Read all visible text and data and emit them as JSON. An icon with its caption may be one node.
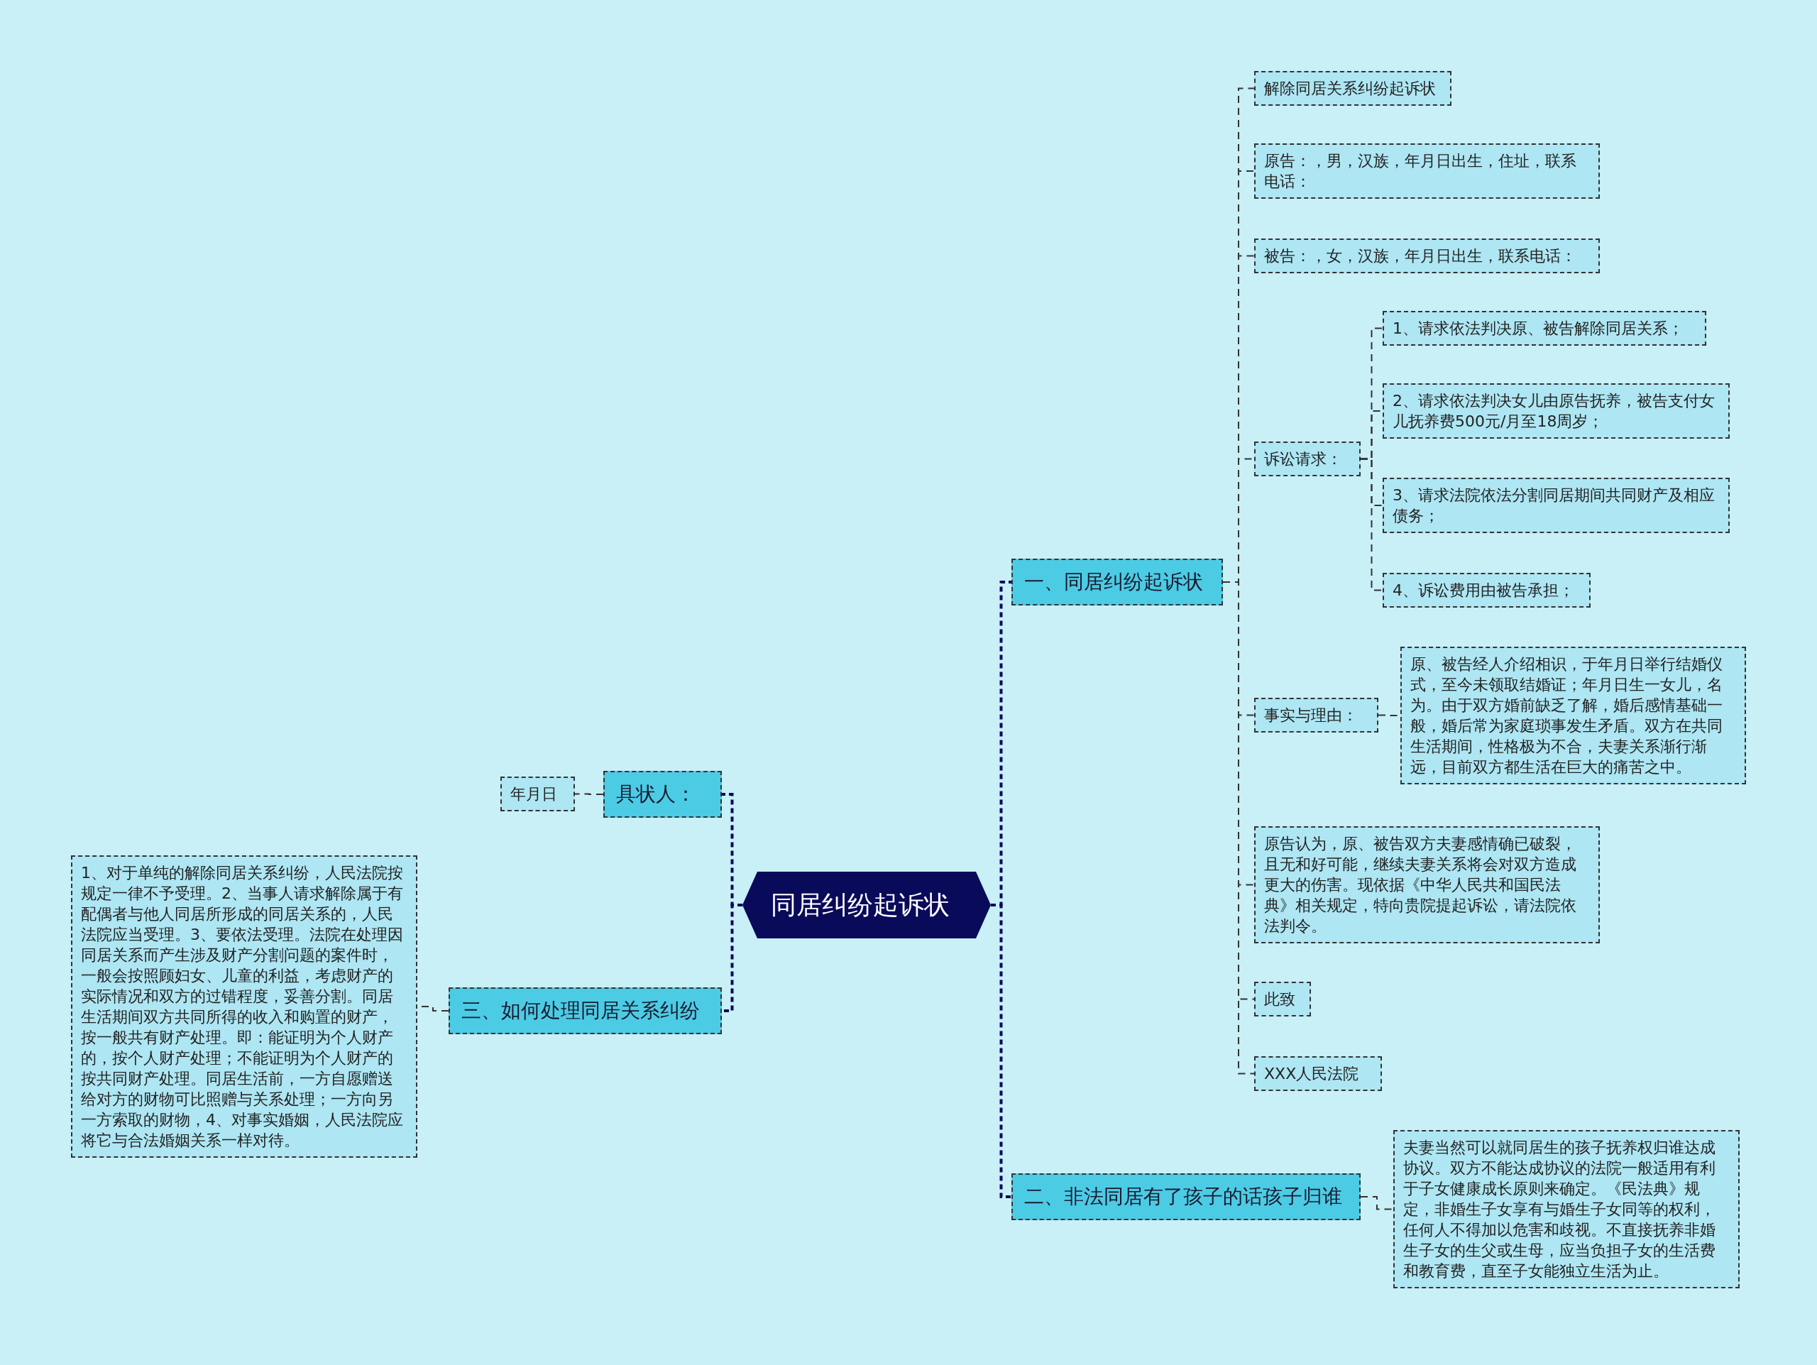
{
  "diagram": {
    "nodes": [
      {
        "text": [
          "同居纠纷起诉状"
        ]
      },
      {
        "text": [
          "一、同居纠纷起诉状"
        ]
      },
      {
        "text": [
          "解除同居关系纠纷起诉状"
        ]
      },
      {
        "text": [
          "原告：，男，汉族，年月日出生，住址，联系电话："
        ]
      },
      {
        "text": [
          "被告：，女，汉族，年月日出生，联系电话："
        ]
      },
      {
        "text": [
          "诉讼请求："
        ]
      },
      {
        "text": [
          "1、请求依法判决原、被告解除同居关系；"
        ]
      },
      {
        "text": [
          "2、请求依法判决女儿由原告抚养，被告支付女儿抚养费500元/月至18周岁；"
        ]
      },
      {
        "text": [
          "3、请求法院依法分割同居期间共同财产及相应债务；"
        ]
      },
      {
        "text": [
          "4、诉讼费用由被告承担；"
        ]
      },
      {
        "text": [
          "事实与理由："
        ]
      },
      {
        "text": [
          "原、被告经人介绍相识，于年月日举行结婚仪式，至今未领取结婚证；年月日生一女儿，名为。由于双方婚前缺乏了解，婚后感情基础一般，婚后常为家庭琐事发生矛盾。双方在共同生活期间，性格极为不合，夫妻关系渐行渐远，目前双方都生活在巨大的痛苦之中。"
        ]
      },
      {
        "text": [
          "原告认为，原、被告双方夫妻感情确已破裂，且无和好可能，继续夫妻关系将会对双方造成更大的伤害。现依据《中华人民共和国民法典》相关规定，特向贵院提起诉讼，请法院依法判令。"
        ]
      },
      {
        "text": [
          "此致"
        ]
      },
      {
        "text": [
          "XXX人民法院"
        ]
      },
      {
        "text": [
          "二、非法同居有了孩子的话孩子归谁"
        ]
      },
      {
        "text": [
          "夫妻当然可以就同居生的孩子抚养权归谁达成协议。双方不能达成协议的法院一般适用有利于子女健康成长原则来确定。《民法典》规定，非婚生子女享有与婚生子女同等的权利，任何人不得加以危害和歧视。不直接抚养非婚生子女的生父或生母，应当负担子女的生活费和教育费，直至子女能独立生活为止。"
        ]
      },
      {
        "text": [
          "具状人："
        ]
      },
      {
        "text": [
          "年月日"
        ]
      },
      {
        "text": [
          "三、如何处理同居关系纠纷"
        ]
      },
      {
        "text": [
          "1、对于单纯的解除同居关系纠纷，人民法院按规定一律不予受理。2、当事人请求解除属于有配偶者与他人同居所形成的同居关系的，人民法院应当受理。3、要依法受理。法院在处理因同居关系而产生涉及财产分割问题的案件时，一般会按照顾妇女、儿童的利益，考虑财产的实际情况和双方的过错程度，妥善分割。同居生活期间双方共同所得的收入和购置的财产，按一般共有财产处理。即：能证明为个人财产的，按个人财产处理；不能证明为个人财产的按共同财产处理。同居生活前，一方自愿赠送给对方的财物可比照赠与关系处理；一方向另一方索取的财物，4、对事实婚姻，人民法院应将它与合法婚姻关系一样对待。"
        ]
      }
    ],
    "edges": [
      {
        "from": 0,
        "to": 1,
        "arrow": "none",
        "color": "#0a0a5a"
      },
      {
        "from": 1,
        "to": 2,
        "arrow": "none"
      },
      {
        "from": 1,
        "to": 3,
        "arrow": "none"
      },
      {
        "from": 1,
        "to": 4,
        "arrow": "none"
      },
      {
        "from": 1,
        "to": 5,
        "arrow": "none"
      },
      {
        "from": 5,
        "to": 6,
        "arrow": "none"
      },
      {
        "from": 5,
        "to": 7,
        "arrow": "none"
      },
      {
        "from": 5,
        "to": 8,
        "arrow": "none"
      },
      {
        "from": 5,
        "to": 9,
        "arrow": "none"
      },
      {
        "from": 1,
        "to": 10,
        "arrow": "none"
      },
      {
        "from": 10,
        "to": 11,
        "arrow": "none"
      },
      {
        "from": 1,
        "to": 12,
        "arrow": "none"
      },
      {
        "from": 1,
        "to": 13,
        "arrow": "none"
      },
      {
        "from": 1,
        "to": 14,
        "arrow": "none"
      },
      {
        "from": 0,
        "to": 15,
        "arrow": "none",
        "color": "#0a0a5a"
      },
      {
        "from": 15,
        "to": 16,
        "arrow": "none"
      },
      {
        "from": 0,
        "to": 17,
        "arrow": "none",
        "color": "#0a0a5a"
      },
      {
        "from": 17,
        "to": 18,
        "arrow": "none"
      },
      {
        "from": 0,
        "to": 19,
        "arrow": "none",
        "color": "#0a0a5a"
      },
      {
        "from": 19,
        "to": 20,
        "arrow": "none"
      }
    ]
  }
}
